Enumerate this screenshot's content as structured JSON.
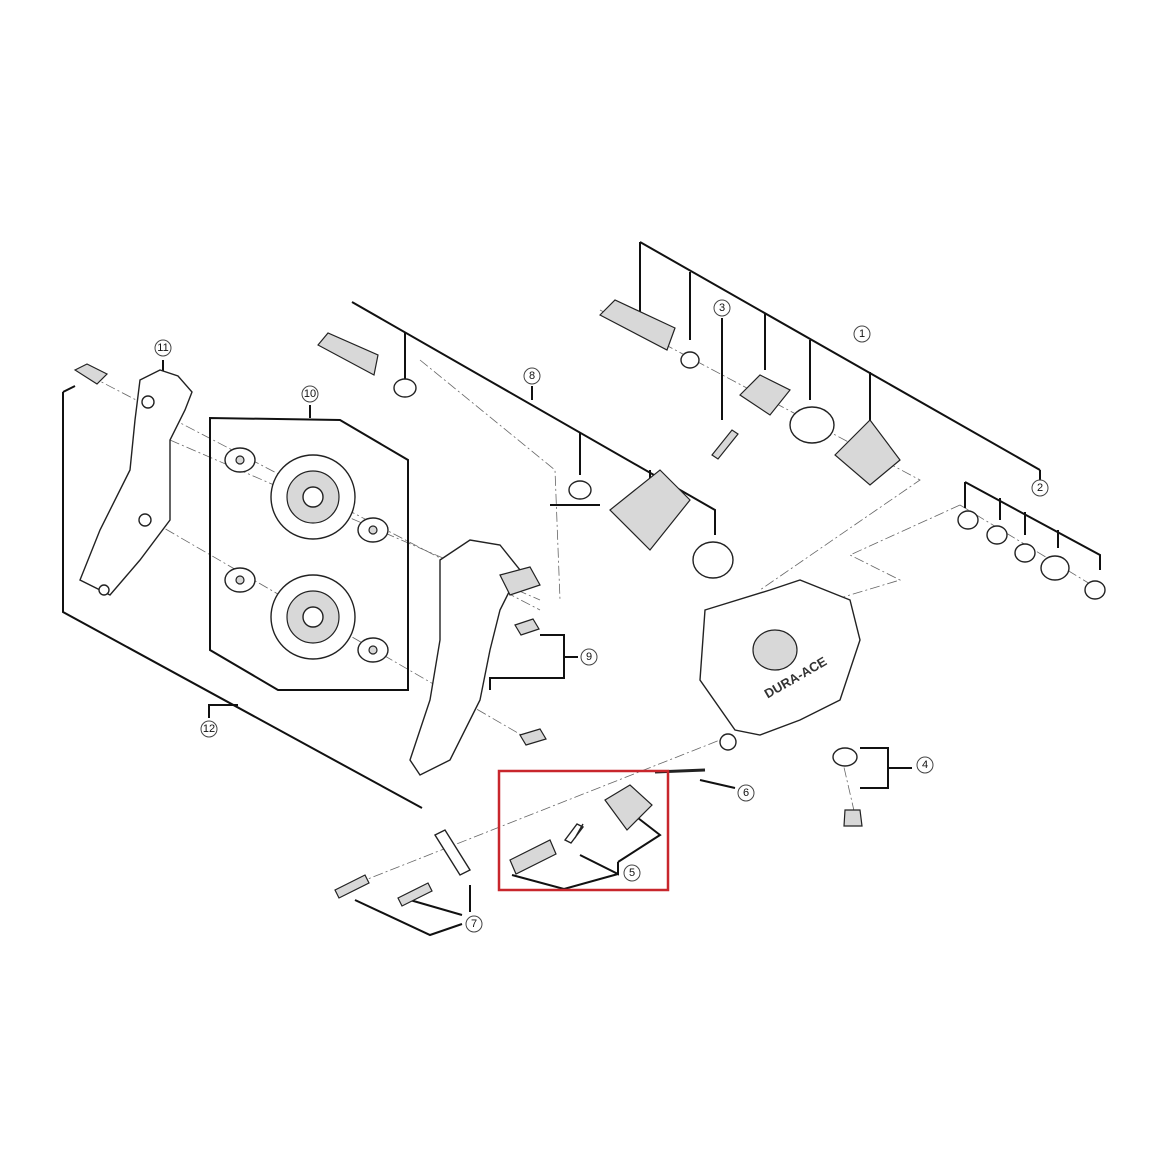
{
  "diagram": {
    "callouts": [
      {
        "id": "c1",
        "label": "1"
      },
      {
        "id": "c2",
        "label": "2"
      },
      {
        "id": "c3",
        "label": "3"
      },
      {
        "id": "c4",
        "label": "4"
      },
      {
        "id": "c5",
        "label": "5"
      },
      {
        "id": "c6",
        "label": "6"
      },
      {
        "id": "c7",
        "label": "7"
      },
      {
        "id": "c8",
        "label": "8"
      },
      {
        "id": "c9",
        "label": "9"
      },
      {
        "id": "c10",
        "label": "10"
      },
      {
        "id": "c11",
        "label": "11"
      },
      {
        "id": "c12",
        "label": "12"
      }
    ],
    "body_logo": "DURA-ACE",
    "highlight_color": "#c8262c"
  }
}
